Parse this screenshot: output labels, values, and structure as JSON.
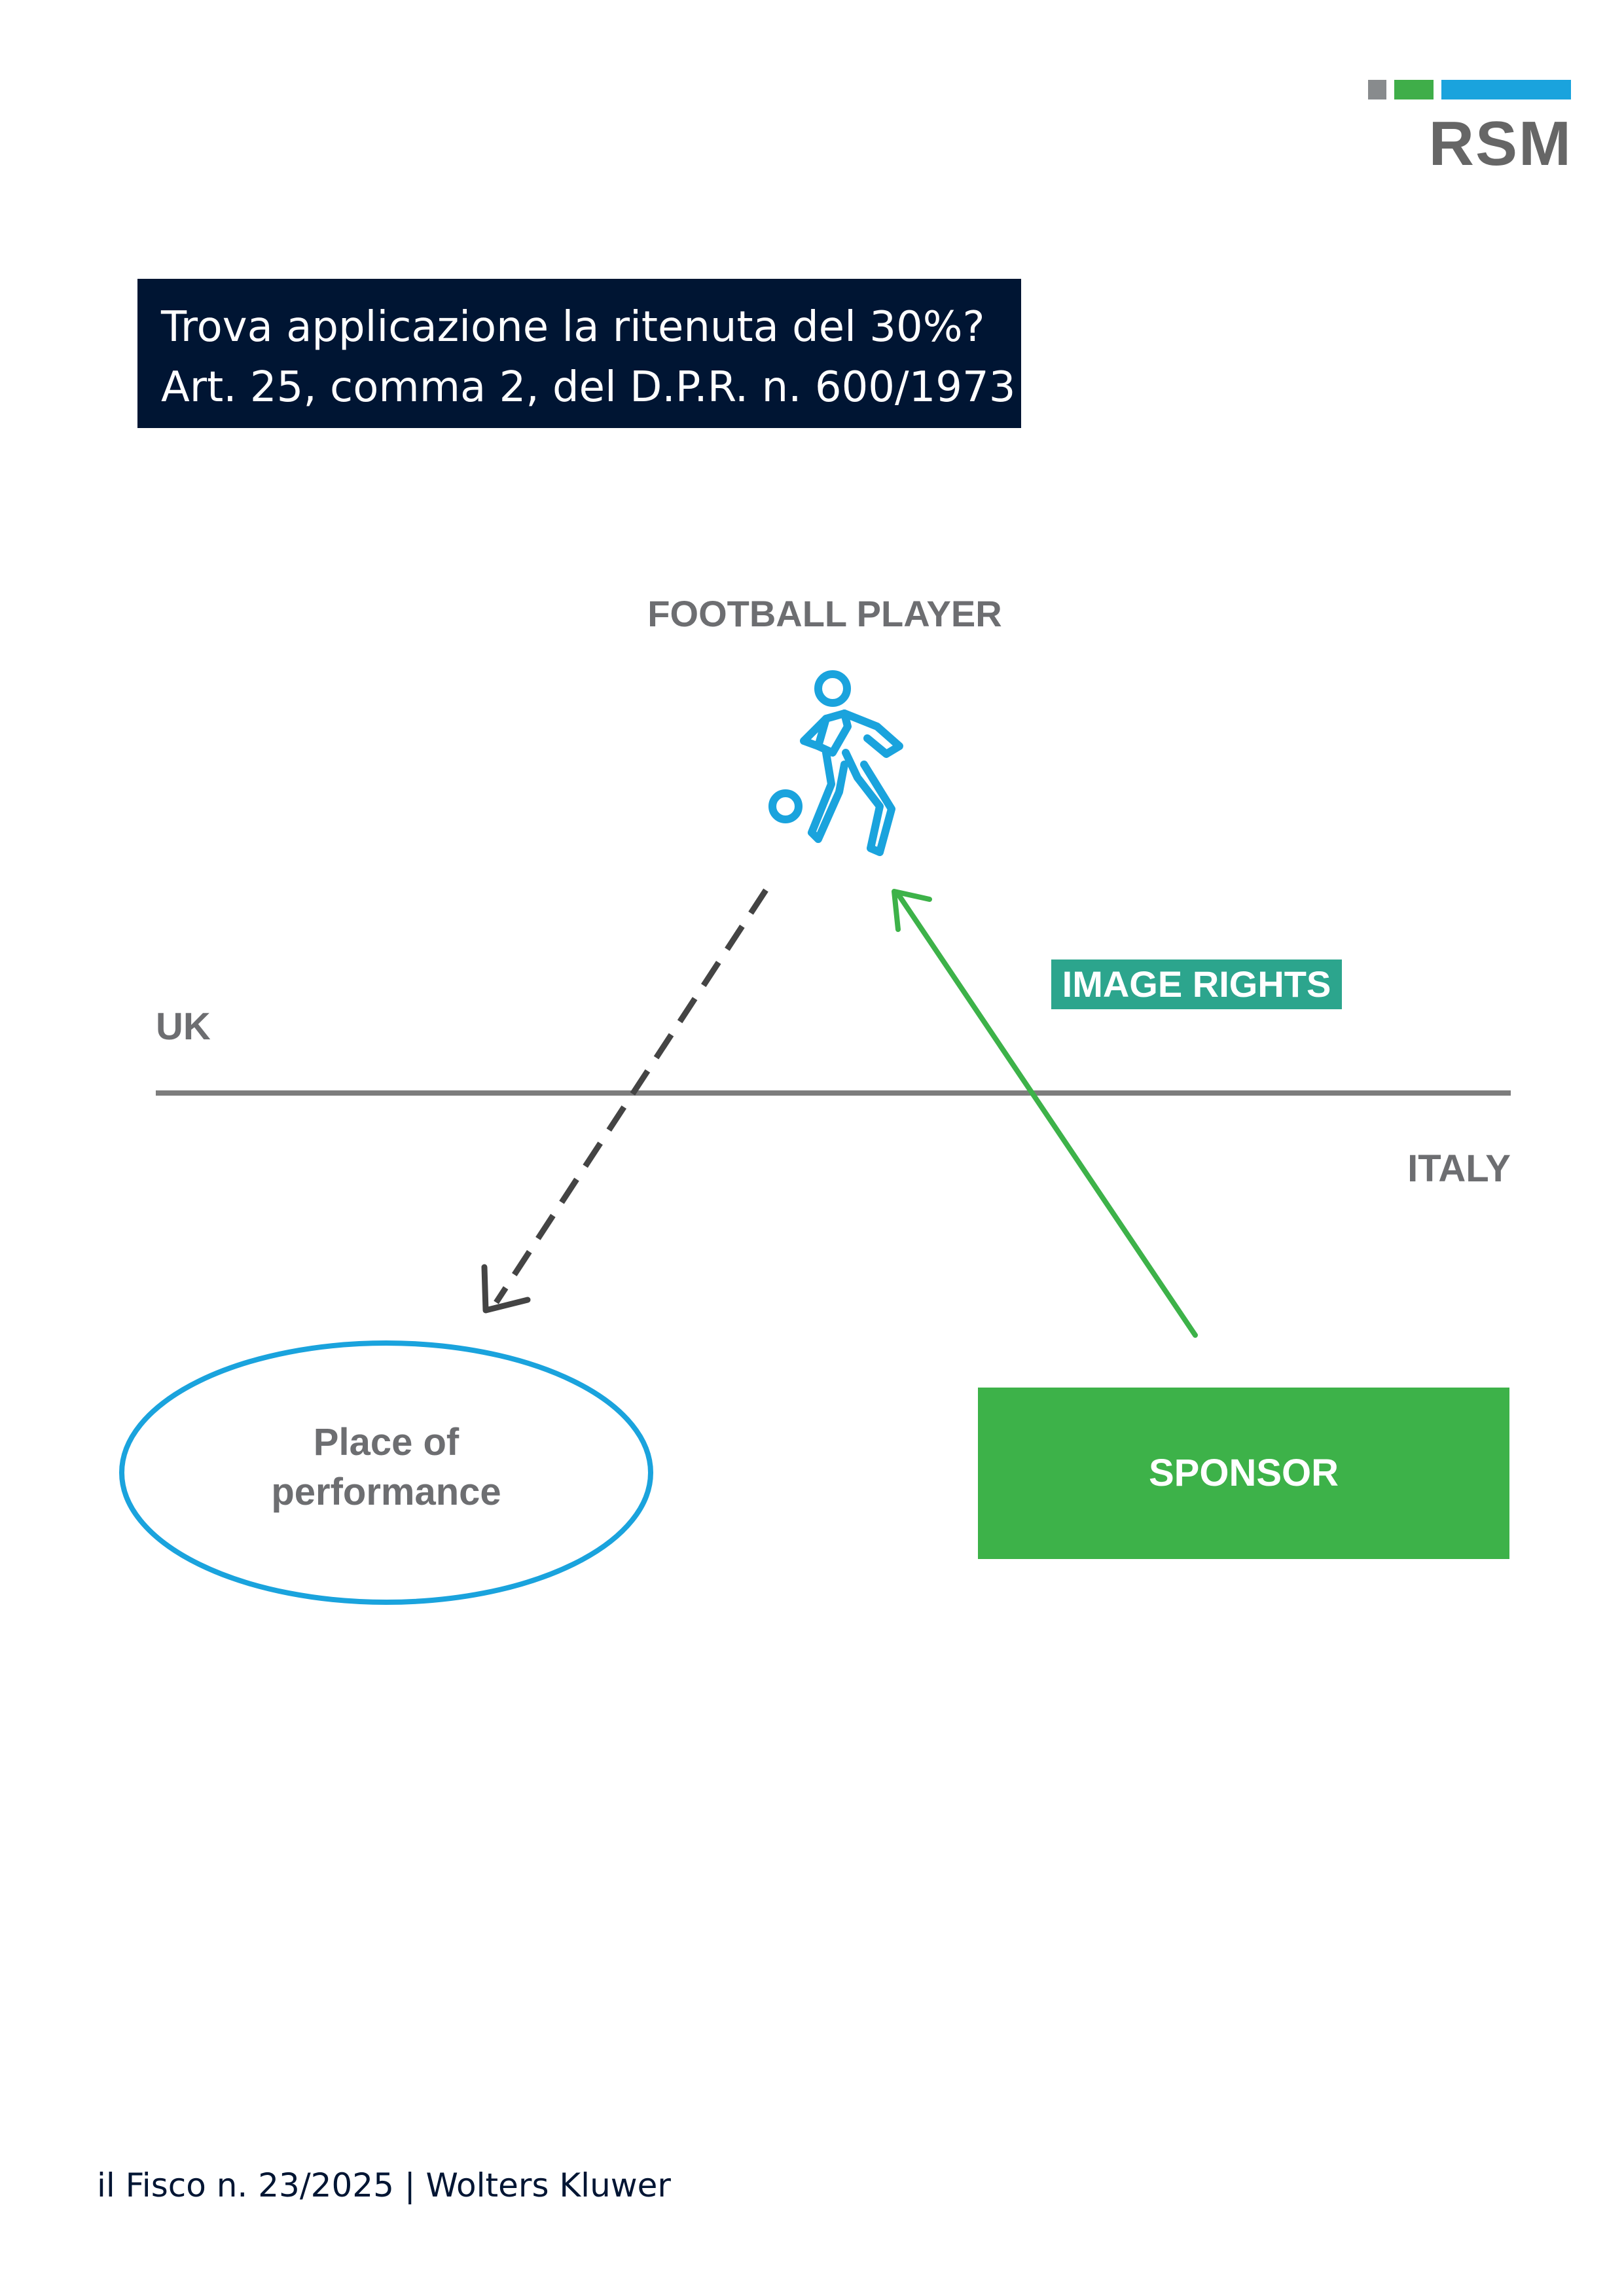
{
  "logo": {
    "text": "RSM",
    "colors": [
      "#888b8d",
      "#3fae49",
      "#1aa3dd"
    ]
  },
  "title": {
    "line1": "Trova applicazione la ritenuta del 30%?",
    "line2": "Art. 25, comma 2, del D.P.R. n. 600/1973",
    "background": "#001533"
  },
  "diagram": {
    "player_label": "FOOTBALL PLAYER",
    "player_icon": "football-player-icon",
    "uk_label": "UK",
    "italy_label": "ITALY",
    "image_rights_label": "IMAGE RIGHTS",
    "place_label_line1": "Place of",
    "place_label_line2": "performance",
    "sponsor_label": "SPONSOR",
    "colors": {
      "player_icon": "#1aa3dd",
      "border_line": "#7d7d7d",
      "dashed_arrow": "#444444",
      "image_rights_arrow": "#3db249",
      "image_rights_tag": "#2ca58d",
      "sponsor_box": "#3db249",
      "place_ellipse": "#1aa3dd"
    }
  },
  "footer": {
    "text": "il Fisco n. 23/2025 | Wolters Kluwer"
  }
}
